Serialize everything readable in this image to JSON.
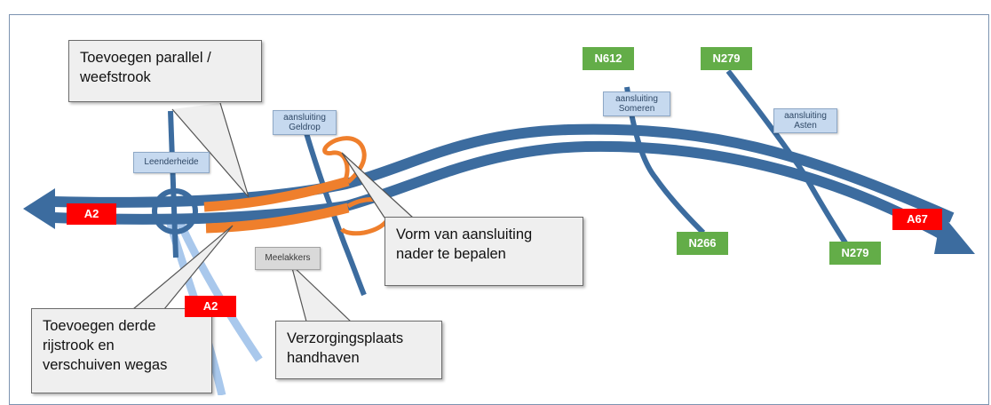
{
  "roads": {
    "a2_west": "A2",
    "a2_south": "A2",
    "a67": "A67",
    "n612": "N612",
    "n279_north": "N279",
    "n266": "N266",
    "n279_south": "N279"
  },
  "places": {
    "leenderheide": "Leenderheide",
    "geldrop": [
      "aansluiting",
      "Geldrop"
    ],
    "someren": [
      "aansluiting",
      "Someren"
    ],
    "asten": [
      "aansluiting",
      "Asten"
    ],
    "meelakkers": "Meelakkers"
  },
  "callouts": {
    "parallel": [
      "Toevoegen parallel /",
      "weefstrook"
    ],
    "aansluiting": [
      "Vorm van aansluiting",
      "nader te bepalen"
    ],
    "derde": [
      "Toevoegen derde",
      "rijstrook en",
      "verschuiven wegas"
    ],
    "verzorging": [
      "Verzorgingsplaats",
      "handhaven"
    ]
  },
  "colors": {
    "main_road": "#3c6c9f",
    "secondary_road": "#a9c8ec",
    "proposed": "#ef7f2c",
    "motorway_shield": "#ff0000",
    "provincial_shield": "#63ad48"
  }
}
